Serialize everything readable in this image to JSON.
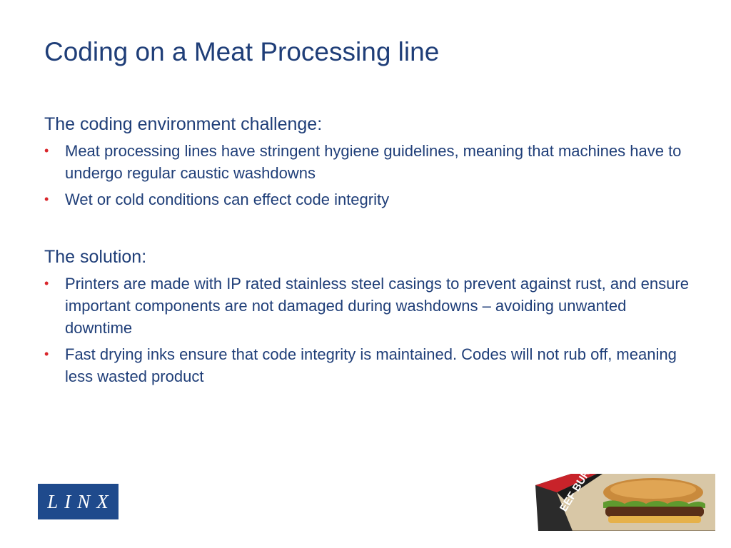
{
  "slide": {
    "title": "Coding on a Meat Processing line"
  },
  "challenge": {
    "heading": "The coding environment challenge:",
    "bullets": [
      "Meat processing lines have stringent hygiene guidelines, meaning that machines have to undergo regular caustic washdowns",
      "Wet or cold conditions can effect code integrity"
    ]
  },
  "solution": {
    "heading": "The solution:",
    "bullets": [
      "Printers are made with IP rated stainless steel casings to prevent against rust, and ensure important components are not damaged during washdowns – avoiding unwanted downtime",
      "Fast drying inks ensure that code integrity is maintained. Codes will not rub off, meaning less wasted product"
    ]
  },
  "bullet_glyph": "•",
  "logo": {
    "text": "LINX",
    "icon": "linx-logo-icon"
  },
  "product_image": {
    "label": "EEF BURGERS",
    "icon": "beef-burgers-box-icon"
  },
  "colors": {
    "text": "#1f3e78",
    "bullet": "#d9262b",
    "logo_bg": "#1f4a8c"
  }
}
